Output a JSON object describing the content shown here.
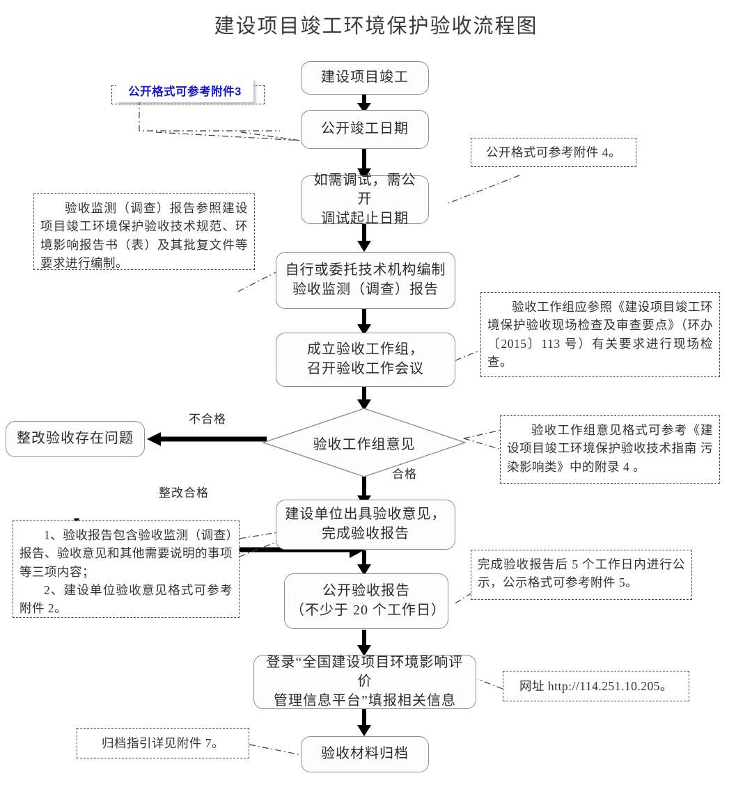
{
  "page": {
    "title": "建设项目竣工环境保护验收流程图",
    "accent_blue": "#1414c8",
    "box_border": "#8d8d92",
    "note_border": "#4a4a4a",
    "arrow_color": "#000000"
  },
  "nodes": [
    {
      "id": "n1",
      "label": "建设项目竣工"
    },
    {
      "id": "n2",
      "label": "公开竣工日期"
    },
    {
      "id": "n3",
      "line1": "如需调试，需公开",
      "line2": "调试起止日期"
    },
    {
      "id": "n4",
      "line1": "自行或委托技术机构编制",
      "line2": "验收监测（调查）报告"
    },
    {
      "id": "n5",
      "line1": "成立验收工作组，",
      "line2": "召开验收工作会议"
    },
    {
      "id": "n6",
      "label": "整改验收存在问题"
    },
    {
      "id": "n7",
      "line1": "建设单位出具验收意见，",
      "line2": "完成验收报告"
    },
    {
      "id": "n8",
      "line1": "公开验收报告",
      "line2": "（不少于 20 个工作日）"
    },
    {
      "id": "n9",
      "line1": "登录“全国建设项目环境影响评价",
      "line2": "管理信息平台”填报相关信息"
    },
    {
      "id": "n10",
      "label": "验收材料归档"
    }
  ],
  "decision": {
    "label": "验收工作组意见",
    "branch_fail": "不合格",
    "branch_pass": "合格",
    "branch_return": "整改合格"
  },
  "notes": {
    "note_attachment3": "公开格式可参考附件3",
    "note_attachment4": "公开格式可参考附件 4。",
    "note_monitoring_report": "验收监测（调查）报告参照建设项目竣工环境保护验收技术规范、环境影响报告书（表）及其批复文件等要求进行编制。",
    "note_workgroup_inspection": "验收工作组应参照《建设项目竣工环境保护验收现场检查及审查要点》（环办〔2015〕113 号）有关要求进行现场检查。",
    "note_workgroup_opinion": "验收工作组意见格式可参考《建设项目竣工环境保护验收技术指南 污染影响类》中的附录 4 。",
    "note_report_contents_1": "1、验收报告包含验收监测（调查）报告、验收意见和其他需要说明的事项等三项内容；",
    "note_report_contents_2": "2、建设单位验收意见格式可参考附件 2。",
    "note_publicity_5days": "完成验收报告后 5 个工作日内进行公示，公示格式可参考附件 5。",
    "note_website": "网址 http://114.251.10.205。",
    "note_archive": "归档指引详见附件 7。"
  }
}
